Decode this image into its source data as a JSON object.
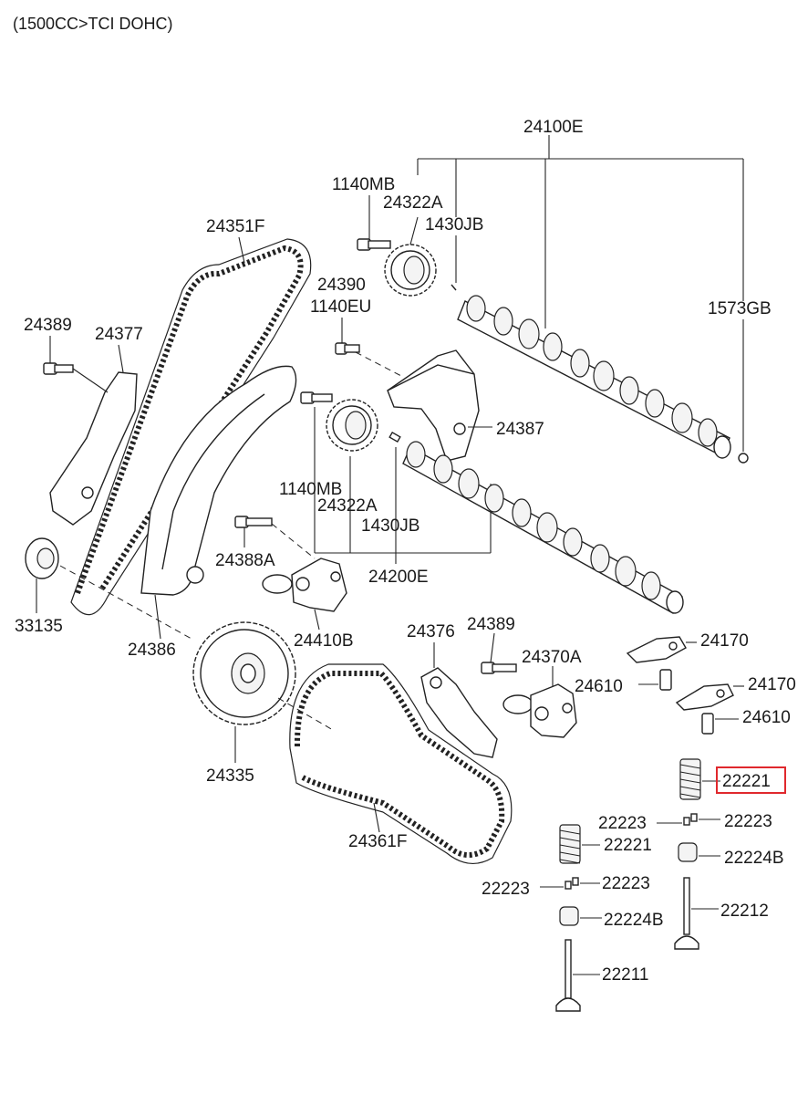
{
  "header": {
    "title": "(1500CC>TCI DOHC)"
  },
  "labels": [
    {
      "id": "24100E",
      "text": "24100E"
    },
    {
      "id": "1140MB-top",
      "text": "1140MB"
    },
    {
      "id": "24322A-top",
      "text": "24322A"
    },
    {
      "id": "1430JB-top",
      "text": "1430JB"
    },
    {
      "id": "24351F",
      "text": "24351F"
    },
    {
      "id": "24390",
      "text": "24390"
    },
    {
      "id": "1140EU",
      "text": "1140EU"
    },
    {
      "id": "1573GB",
      "text": "1573GB"
    },
    {
      "id": "24389-left",
      "text": "24389"
    },
    {
      "id": "24377",
      "text": "24377"
    },
    {
      "id": "24387",
      "text": "24387"
    },
    {
      "id": "1140MB-mid",
      "text": "1140MB"
    },
    {
      "id": "24322A-mid",
      "text": "24322A"
    },
    {
      "id": "1430JB-mid",
      "text": "1430JB"
    },
    {
      "id": "24388A",
      "text": "24388A"
    },
    {
      "id": "24200E",
      "text": "24200E"
    },
    {
      "id": "33135",
      "text": "33135"
    },
    {
      "id": "24386",
      "text": "24386"
    },
    {
      "id": "24410B",
      "text": "24410B"
    },
    {
      "id": "24376",
      "text": "24376"
    },
    {
      "id": "24389-right",
      "text": "24389"
    },
    {
      "id": "24370A",
      "text": "24370A"
    },
    {
      "id": "24170-top",
      "text": "24170"
    },
    {
      "id": "24610-top",
      "text": "24610"
    },
    {
      "id": "24170-bot",
      "text": "24170"
    },
    {
      "id": "24610-bot",
      "text": "24610"
    },
    {
      "id": "24335",
      "text": "24335"
    },
    {
      "id": "22221-highlight",
      "text": "22221"
    },
    {
      "id": "22223-a",
      "text": "22223"
    },
    {
      "id": "22223-b",
      "text": "22223"
    },
    {
      "id": "22221-mid",
      "text": "22221"
    },
    {
      "id": "22224B-top",
      "text": "22224B"
    },
    {
      "id": "24361F",
      "text": "24361F"
    },
    {
      "id": "22223-c",
      "text": "22223"
    },
    {
      "id": "22223-d",
      "text": "22223"
    },
    {
      "id": "22212",
      "text": "22212"
    },
    {
      "id": "22224B-bot",
      "text": "22224B"
    },
    {
      "id": "22211",
      "text": "22211"
    }
  ],
  "highlight": {
    "label_id": "22221-highlight",
    "color": "#e0282d"
  }
}
